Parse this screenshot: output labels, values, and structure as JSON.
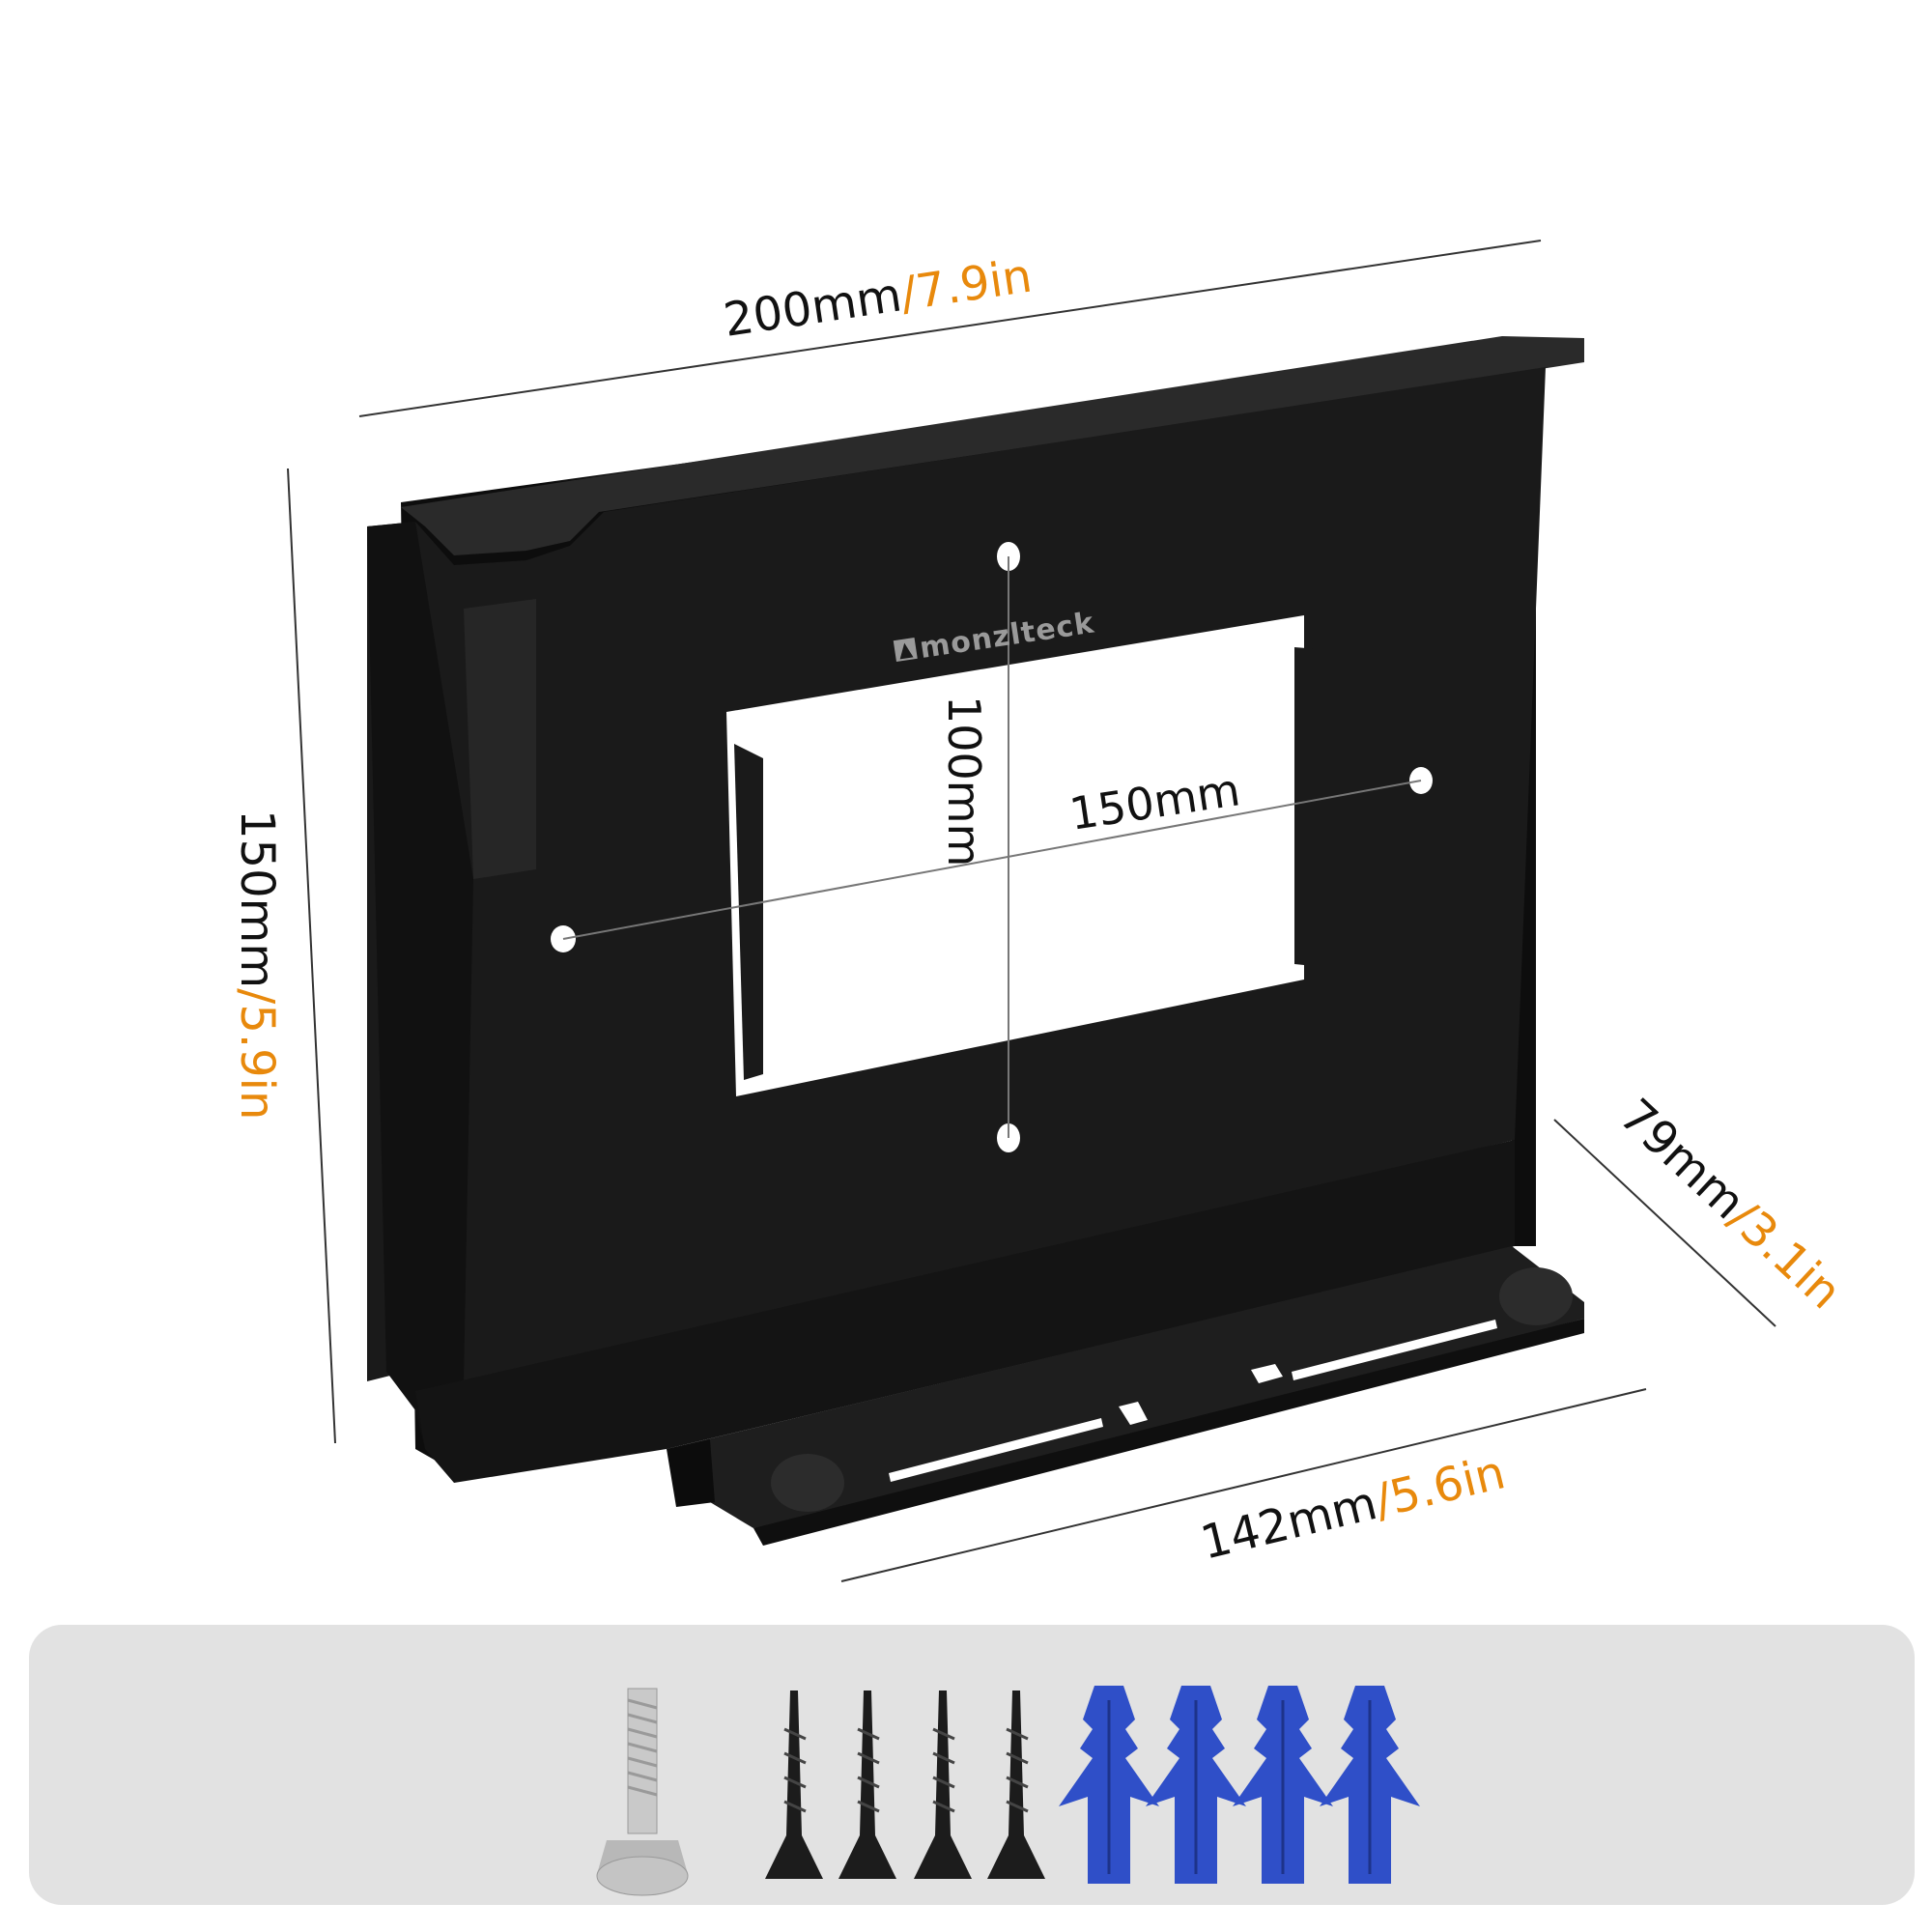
{
  "brand": {
    "logo_text": "monzlteck"
  },
  "colors": {
    "metric_text": "#111111",
    "imperial_text": "#E8890C",
    "bracket": "#1a1a1a",
    "accessory_panel": "#e2e2e2",
    "anchor_blue": "#2f4fc8"
  },
  "dimensions": {
    "width": {
      "metric": "200mm",
      "sep": "/",
      "imperial": "7.9in"
    },
    "height": {
      "metric": "150mm",
      "sep": "/",
      "imperial": "5.9in"
    },
    "depth": {
      "metric": "79mm",
      "sep": "/",
      "imperial": "3.1in"
    },
    "shelf": {
      "metric": "142mm",
      "sep": "/",
      "imperial": "5.6in"
    },
    "vesa_horizontal": "150mm",
    "vesa_vertical": "100mm"
  },
  "accessories": [
    {
      "name": "thumb-screw",
      "count": 1
    },
    {
      "name": "wood-screw",
      "count": 4
    },
    {
      "name": "wall-anchor",
      "count": 4
    }
  ]
}
